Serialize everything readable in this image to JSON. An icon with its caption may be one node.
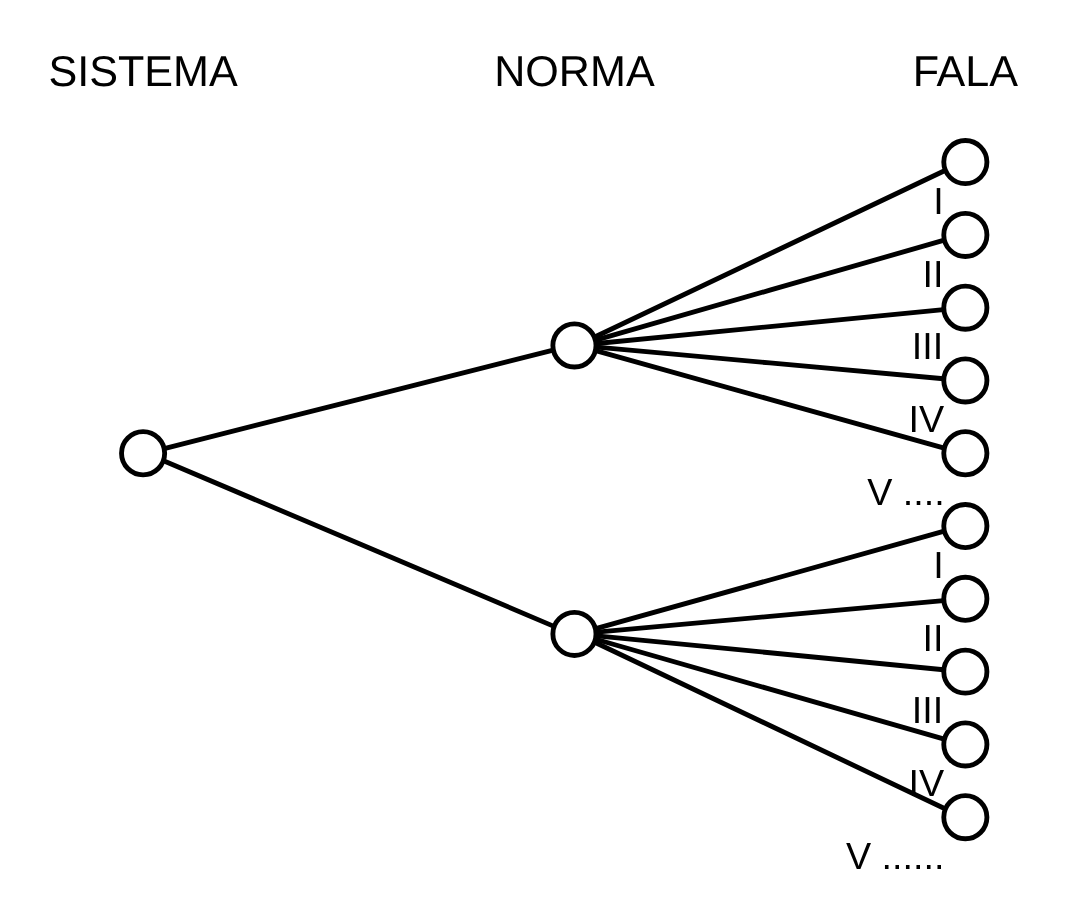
{
  "diagram": {
    "nodes": [
      {
        "text": [],
        "shape": "circle"
      },
      {
        "text": [],
        "shape": "circle"
      },
      {
        "text": [],
        "shape": "circle",
        "beside": [
          "I"
        ]
      },
      {
        "text": [],
        "shape": "circle",
        "beside": [
          "II"
        ]
      },
      {
        "text": [],
        "shape": "circle",
        "beside": [
          "III"
        ]
      },
      {
        "text": [],
        "shape": "circle",
        "beside": [
          "IV"
        ]
      },
      {
        "text": [],
        "shape": "circle",
        "beside": [
          "V",
          "...."
        ]
      },
      {
        "text": [],
        "shape": "circle"
      },
      {
        "text": [],
        "shape": "circle",
        "beside": [
          "I"
        ]
      },
      {
        "text": [],
        "shape": "circle",
        "beside": [
          "II"
        ]
      },
      {
        "text": [],
        "shape": "circle",
        "beside": [
          "III"
        ]
      },
      {
        "text": [],
        "shape": "circle",
        "beside": [
          "IV"
        ]
      },
      {
        "text": [],
        "shape": "circle",
        "beside": [
          "V",
          "......"
        ]
      }
    ],
    "edges": [
      {
        "from": 0,
        "to": 1,
        "arrow": "none"
      },
      {
        "from": 1,
        "to": 2,
        "arrow": "none"
      },
      {
        "from": 1,
        "to": 3,
        "arrow": "none"
      },
      {
        "from": 1,
        "to": 4,
        "arrow": "none"
      },
      {
        "from": 1,
        "to": 5,
        "arrow": "none"
      },
      {
        "from": 1,
        "to": 6,
        "arrow": "none"
      },
      {
        "from": 0,
        "to": 7,
        "arrow": "none"
      },
      {
        "from": 7,
        "to": 8,
        "arrow": "none"
      },
      {
        "from": 7,
        "to": 9,
        "arrow": "none"
      },
      {
        "from": 7,
        "to": 10,
        "arrow": "none"
      },
      {
        "from": 7,
        "to": 11,
        "arrow": "none"
      },
      {
        "from": 7,
        "to": 12,
        "arrow": "none"
      }
    ],
    "labels": [
      "SISTEMA",
      "NORMA",
      "FALA"
    ]
  }
}
